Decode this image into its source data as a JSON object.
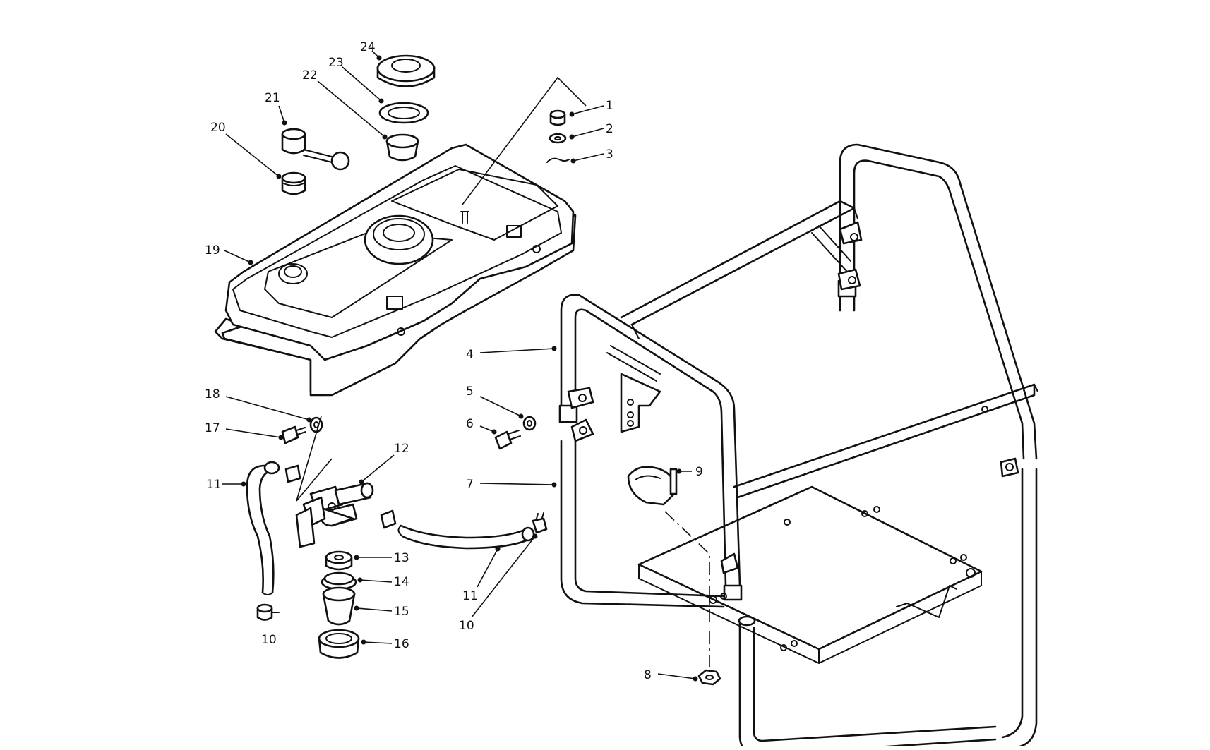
{
  "callouts": [
    {
      "id": "1",
      "label": "1"
    },
    {
      "id": "2",
      "label": "2"
    },
    {
      "id": "3",
      "label": "3"
    },
    {
      "id": "4",
      "label": "4"
    },
    {
      "id": "5",
      "label": "5"
    },
    {
      "id": "6",
      "label": "6"
    },
    {
      "id": "7",
      "label": "7"
    },
    {
      "id": "8",
      "label": "8"
    },
    {
      "id": "9",
      "label": "9"
    },
    {
      "id": "10a",
      "label": "10"
    },
    {
      "id": "10b",
      "label": "10"
    },
    {
      "id": "11a",
      "label": "11"
    },
    {
      "id": "11b",
      "label": "11"
    },
    {
      "id": "12",
      "label": "12"
    },
    {
      "id": "13",
      "label": "13"
    },
    {
      "id": "14",
      "label": "14"
    },
    {
      "id": "15",
      "label": "15"
    },
    {
      "id": "16",
      "label": "16"
    },
    {
      "id": "17",
      "label": "17"
    },
    {
      "id": "18",
      "label": "18"
    },
    {
      "id": "19",
      "label": "19"
    },
    {
      "id": "20",
      "label": "20"
    },
    {
      "id": "21",
      "label": "21"
    },
    {
      "id": "22",
      "label": "22"
    },
    {
      "id": "23",
      "label": "23"
    },
    {
      "id": "24",
      "label": "24"
    }
  ]
}
